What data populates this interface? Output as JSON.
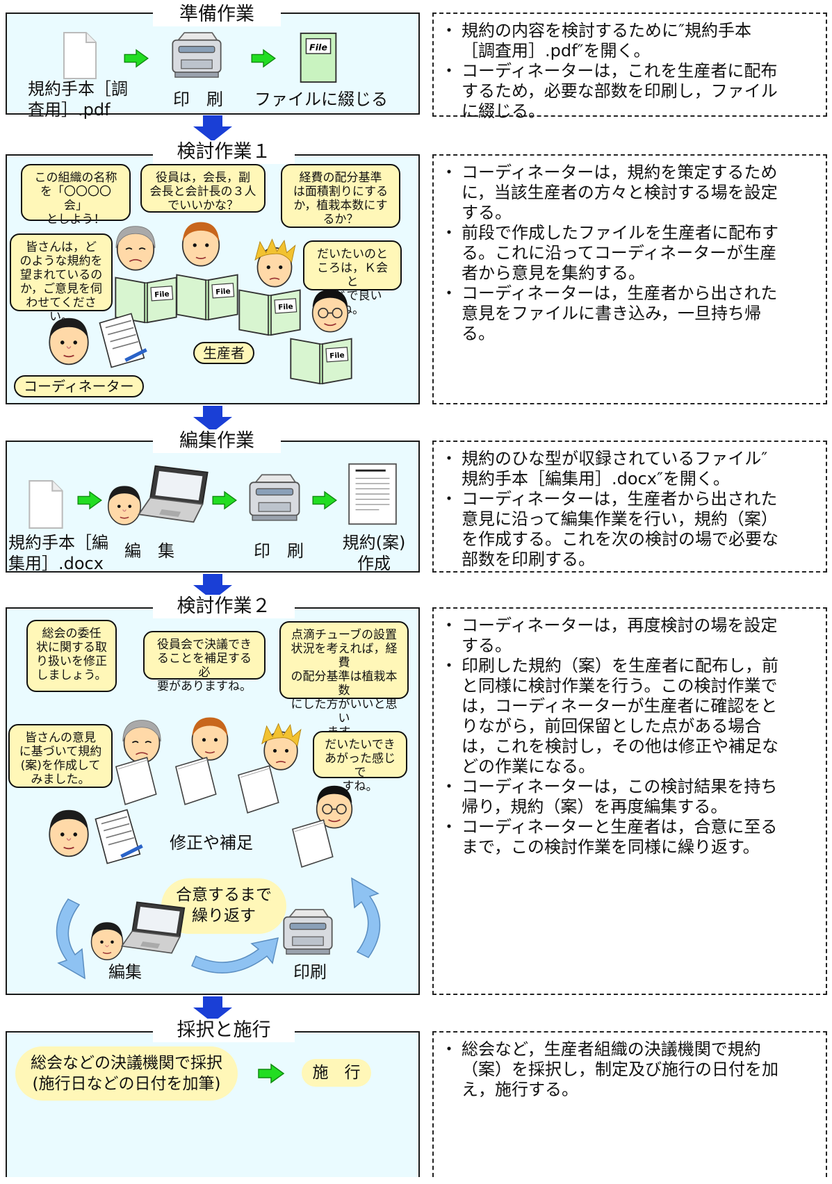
{
  "colors": {
    "panel_bg": "#eafbff",
    "bubble_bg": "#fff7b8",
    "arrow_green": "#22dd22",
    "arrow_blue": "#1a3fd6",
    "curve_arrow": "#8ec2f2"
  },
  "icons": [
    "document-icon",
    "printer-icon",
    "file-binder-icon",
    "laptop-icon",
    "person-icon",
    "clipboard-icon",
    "draft-document-icon",
    "green-arrow-icon",
    "blue-down-arrow-icon",
    "cycle-arrow-icon"
  ],
  "section1": {
    "title": "準備作業",
    "doc_label": "規約手本［調\n査用］.pdf",
    "print_label": "印　刷",
    "file_label": "ファイルに綴じる",
    "file_icon_text": "File",
    "notes": [
      "規約の内容を検討するために″規約手本\n［調査用］.pdf″を開く。",
      "コーディネーターは，これを生産者に配布\nするため，必要な部数を印刷し，ファイル\nに綴じる。"
    ]
  },
  "section2": {
    "title": "検討作業１",
    "bubbles": [
      "この組織の名称\nを「〇〇〇〇会」\nとしよう！",
      "役員は，会長，副\n会長と会計長の３人\nでいいかな？",
      "経費の配分基準\nは面積割りにする\nか，植栽本数にす\nるか？",
      "皆さんは，ど\nのような規約を\n望まれているの\nか，ご意見を伺\nわせてください。",
      "だいたいのと\nころは，Ｋ会と\n同じで良いね。"
    ],
    "tag_producer": "生産者",
    "tag_coordinator": "コーディネーター",
    "file_icon_text": "File",
    "notes": [
      "コーディネーターは，規約を策定するため\nに，当該生産者の方々と検討する場を設定\nする。",
      "前段で作成したファイルを生産者に配布す\nる。これに沿ってコーディネーターが生産\n者から意見を集約する。",
      "コーディネーターは，生産者から出された\n意見をファイルに書き込み，一旦持ち帰\nる。"
    ]
  },
  "section3": {
    "title": "編集作業",
    "doc_label": "規約手本［編\n集用］.docx",
    "edit_label": "編　集",
    "print_label": "印　刷",
    "draft_label": "規約(案)\n作成",
    "notes": [
      "規約のひな型が収録されているファイル″\n規約手本［編集用］.docx″を開く。",
      "コーディネーターは，生産者から出された\n意見に沿って編集作業を行い，規約（案）\nを作成する。これを次の検討の場で必要な\n部数を印刷する。"
    ]
  },
  "section4": {
    "title": "検討作業２",
    "bubbles": [
      "総会の委任\n状に関する取\nり扱いを修正\nしましょう。",
      "役員会で決議でき\nることを補足する必\n要がありますね。",
      "点滴チューブの設置\n状況を考えれば，経費\nの配分基準は植栽本数\nにした方がいいと思い\nます。",
      "皆さんの意見\nに基づいて規約\n(案)を作成して\nみました。",
      "だいたいでき\nあがった感じで\nすね。"
    ],
    "correction_label": "修正や補足",
    "repeat_label": "合意するまで\n繰り返す",
    "edit_label": "編集",
    "print_label": "印刷",
    "notes": [
      "コーディネーターは，再度検討の場を設定\nする。",
      "印刷した規約（案）を生産者に配布し，前\nと同様に検討作業を行う。この検討作業で\nは，コーディネーターが生産者に確認をと\nりながら，前回保留とした点がある場合\nは，これを検討し，その他は修正や補足な\nどの作業になる。",
      "コーディネーターは，この検討結果を持ち\n帰り，規約（案）を再度編集する。",
      "コーディネーターと生産者は，合意に至る\nまで，この検討作業を同様に繰り返す。"
    ]
  },
  "section5": {
    "title": "採択と施行",
    "adopt_label": "総会などの決議機関で採択\n(施行日などの日付を加筆)",
    "enforce_label": "施　行",
    "notes": [
      "総会など，生産者組織の決議機関で規約\n（案）を採択し，制定及び施行の日付を加\nえ，施行する。"
    ]
  }
}
